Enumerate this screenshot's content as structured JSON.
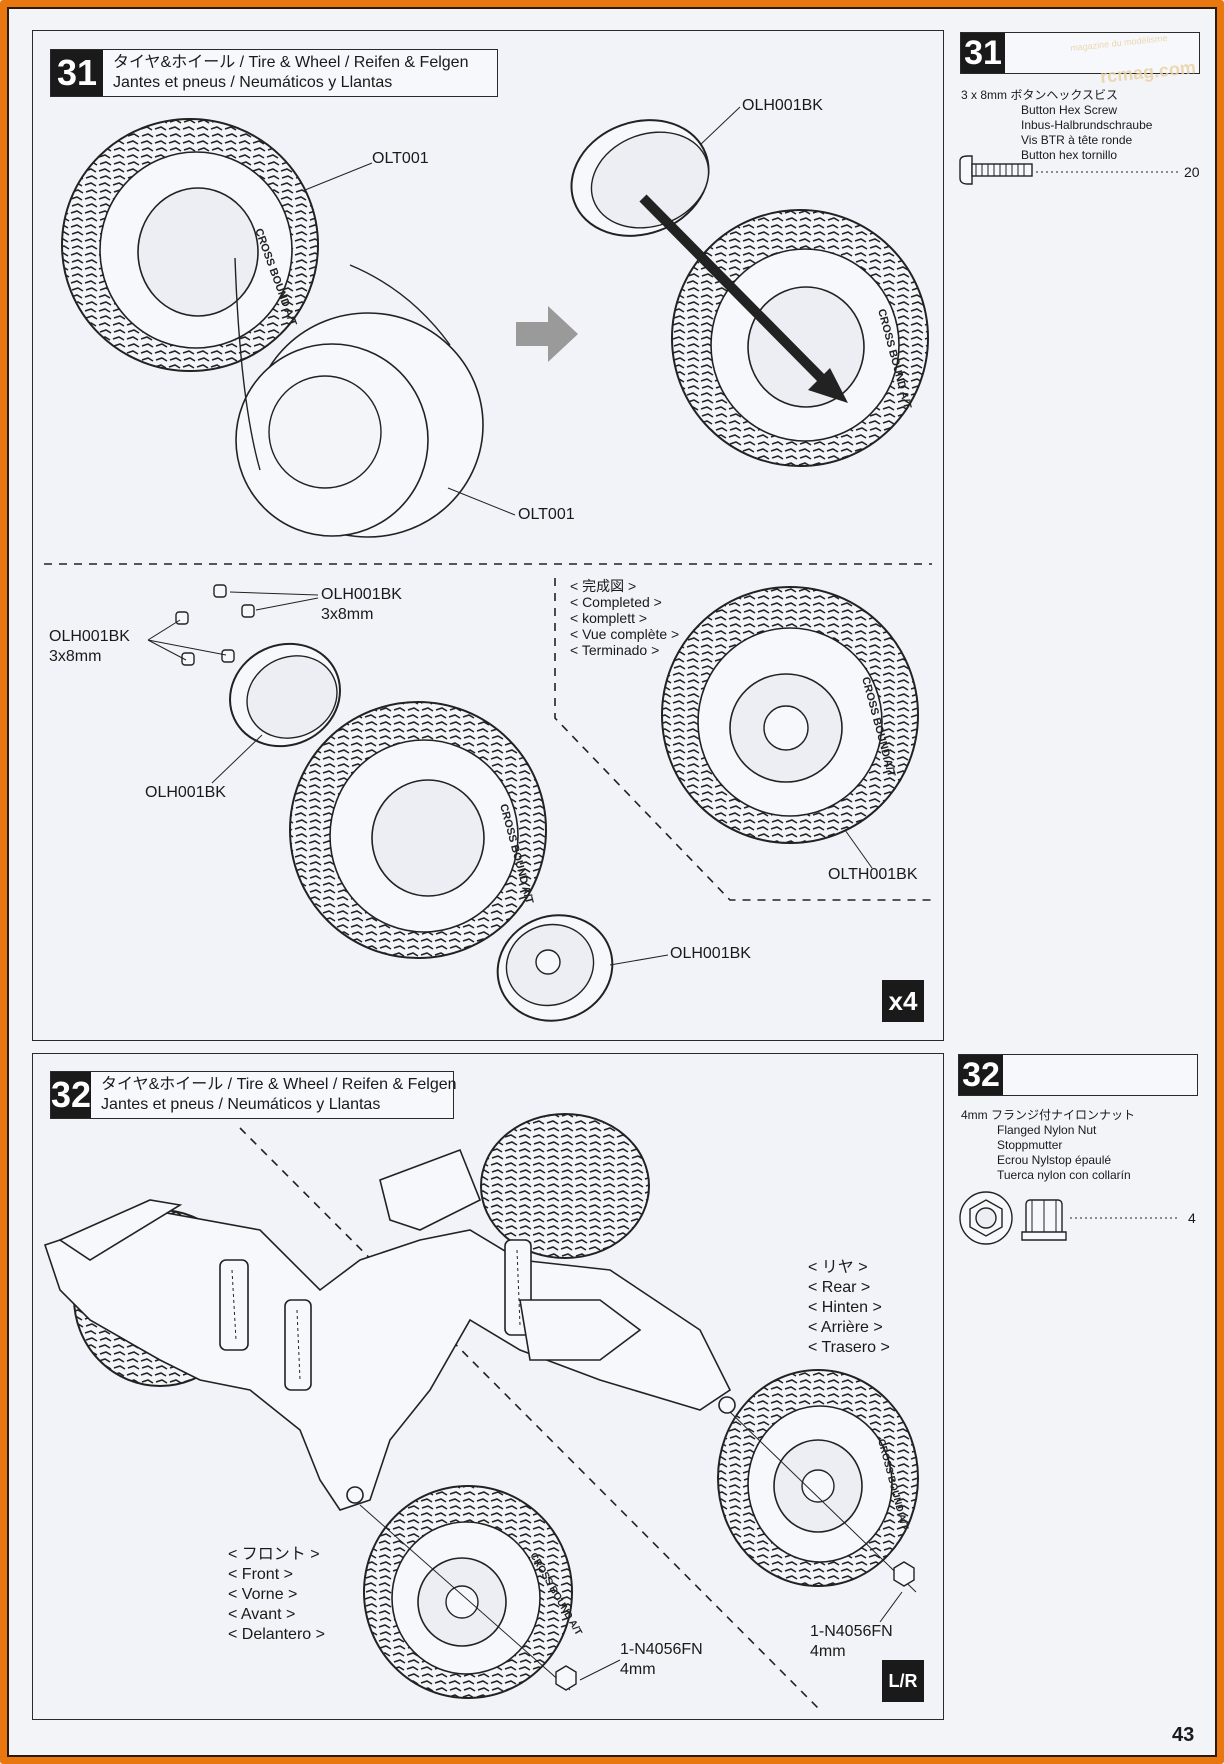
{
  "page": {
    "number": "43",
    "watermark": "rcmag.com",
    "watermark_sub": "magazine du modélisme"
  },
  "step31": {
    "number": "31",
    "title_line1": "タイヤ&ホイール  / Tire & Wheel / Reifen & Felgen",
    "title_line2": "Jantes et pneus / Neumáticos y Llantas",
    "labels": {
      "tire_top": "OLT001",
      "foam_insert": "OLT001",
      "rim_top": "OLH001BK",
      "screws_a": "OLH001BK",
      "screws_a_size": "3x8mm",
      "screws_b": "OLH001BK",
      "screws_b_size": "3x8mm",
      "beadlock_ring": "OLH001BK",
      "wheel_rim": "OLH001BK",
      "completed_part": "OLTH001BK"
    },
    "completed": [
      "< 完成図 >",
      "< Completed >",
      "< komplett >",
      "< Vue complète >",
      "< Terminado >"
    ],
    "multiplier": "x4"
  },
  "step32": {
    "number": "32",
    "title_line1": "タイヤ&ホイール / Tire & Wheel / Reifen & Felgen",
    "title_line2": "Jantes et pneus / Neumáticos y Llantas",
    "rear": [
      "< リヤ >",
      "< Rear >",
      "< Hinten >",
      "< Arrière >",
      "< Trasero >"
    ],
    "front": [
      "< フロント >",
      "< Front >",
      "< Vorne >",
      "< Avant >",
      "< Delantero >"
    ],
    "nut_front": "1-N4056FN",
    "nut_front_size": "4mm",
    "nut_rear": "1-N4056FN",
    "nut_rear_size": "4mm",
    "lr_badge": "L/R"
  },
  "parts31": {
    "number": "31",
    "size": "3 x 8mm",
    "names": [
      "ボタンヘックスビス",
      "Button Hex Screw",
      "Inbus-Halbrundschraube",
      "Vis BTR à tête ronde",
      "Button hex tornillo"
    ],
    "qty": "20"
  },
  "parts32": {
    "number": "32",
    "size": "4mm",
    "names": [
      "フランジ付ナイロンナット",
      "Flanged Nylon Nut",
      "Stoppmutter",
      "Ecrou Nylstop épaulé",
      "Tuerca nylon con collarín"
    ],
    "qty": "4"
  }
}
